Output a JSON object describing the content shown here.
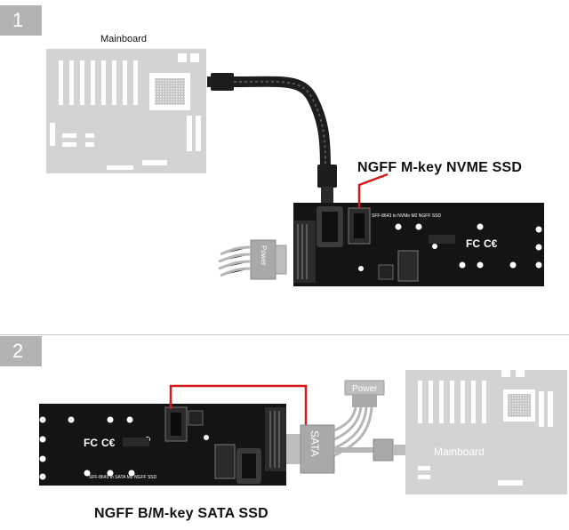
{
  "steps": [
    {
      "number": "1"
    },
    {
      "number": "2"
    }
  ],
  "labels": {
    "mainboard_top": "Mainboard",
    "mainboard_bottom": "Mainboard",
    "nvme_ssd": "NGFF M-key NVME SSD",
    "sata_ssd": "NGFF B/M-key SATA SSD",
    "power_top": "Power",
    "power_bottom": "Power",
    "sata_connector": "SATA",
    "board_marking_top": "SFF-8643 to NVMe M2 NGFF SSD",
    "board_marking_bottom": "SFF-8643 to SATA M2 NGFF SSD"
  },
  "colors": {
    "step_badge": "#b3b3b3",
    "pointer_line": "#d21a1a",
    "pcb": "#141414",
    "mainboard_fill": "#d3d3d3",
    "mainboard_detail": "#ffffff",
    "cable": "#1d1d1d",
    "connector_gray": "#a9a9a9"
  },
  "icons": {
    "fcc_mark": "fcc-icon",
    "ce_mark": "ce-icon"
  }
}
